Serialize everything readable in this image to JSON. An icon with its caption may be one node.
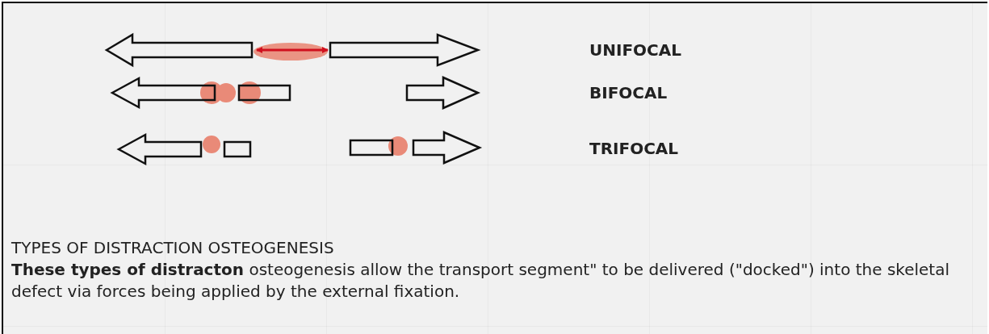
{
  "diagram": {
    "title": "TYPES OF DISTRACTION OSTEOGENESIS",
    "caption": "**These types of distracton** osteogenesis allow the transport segment\" to be delivered (\"docked\") into the skeletal defect via forces being applied by the external fixation.",
    "labels": [
      "UNIFOCAL",
      "BIFOCAL",
      "TRIFOCAL"
    ]
  }
}
